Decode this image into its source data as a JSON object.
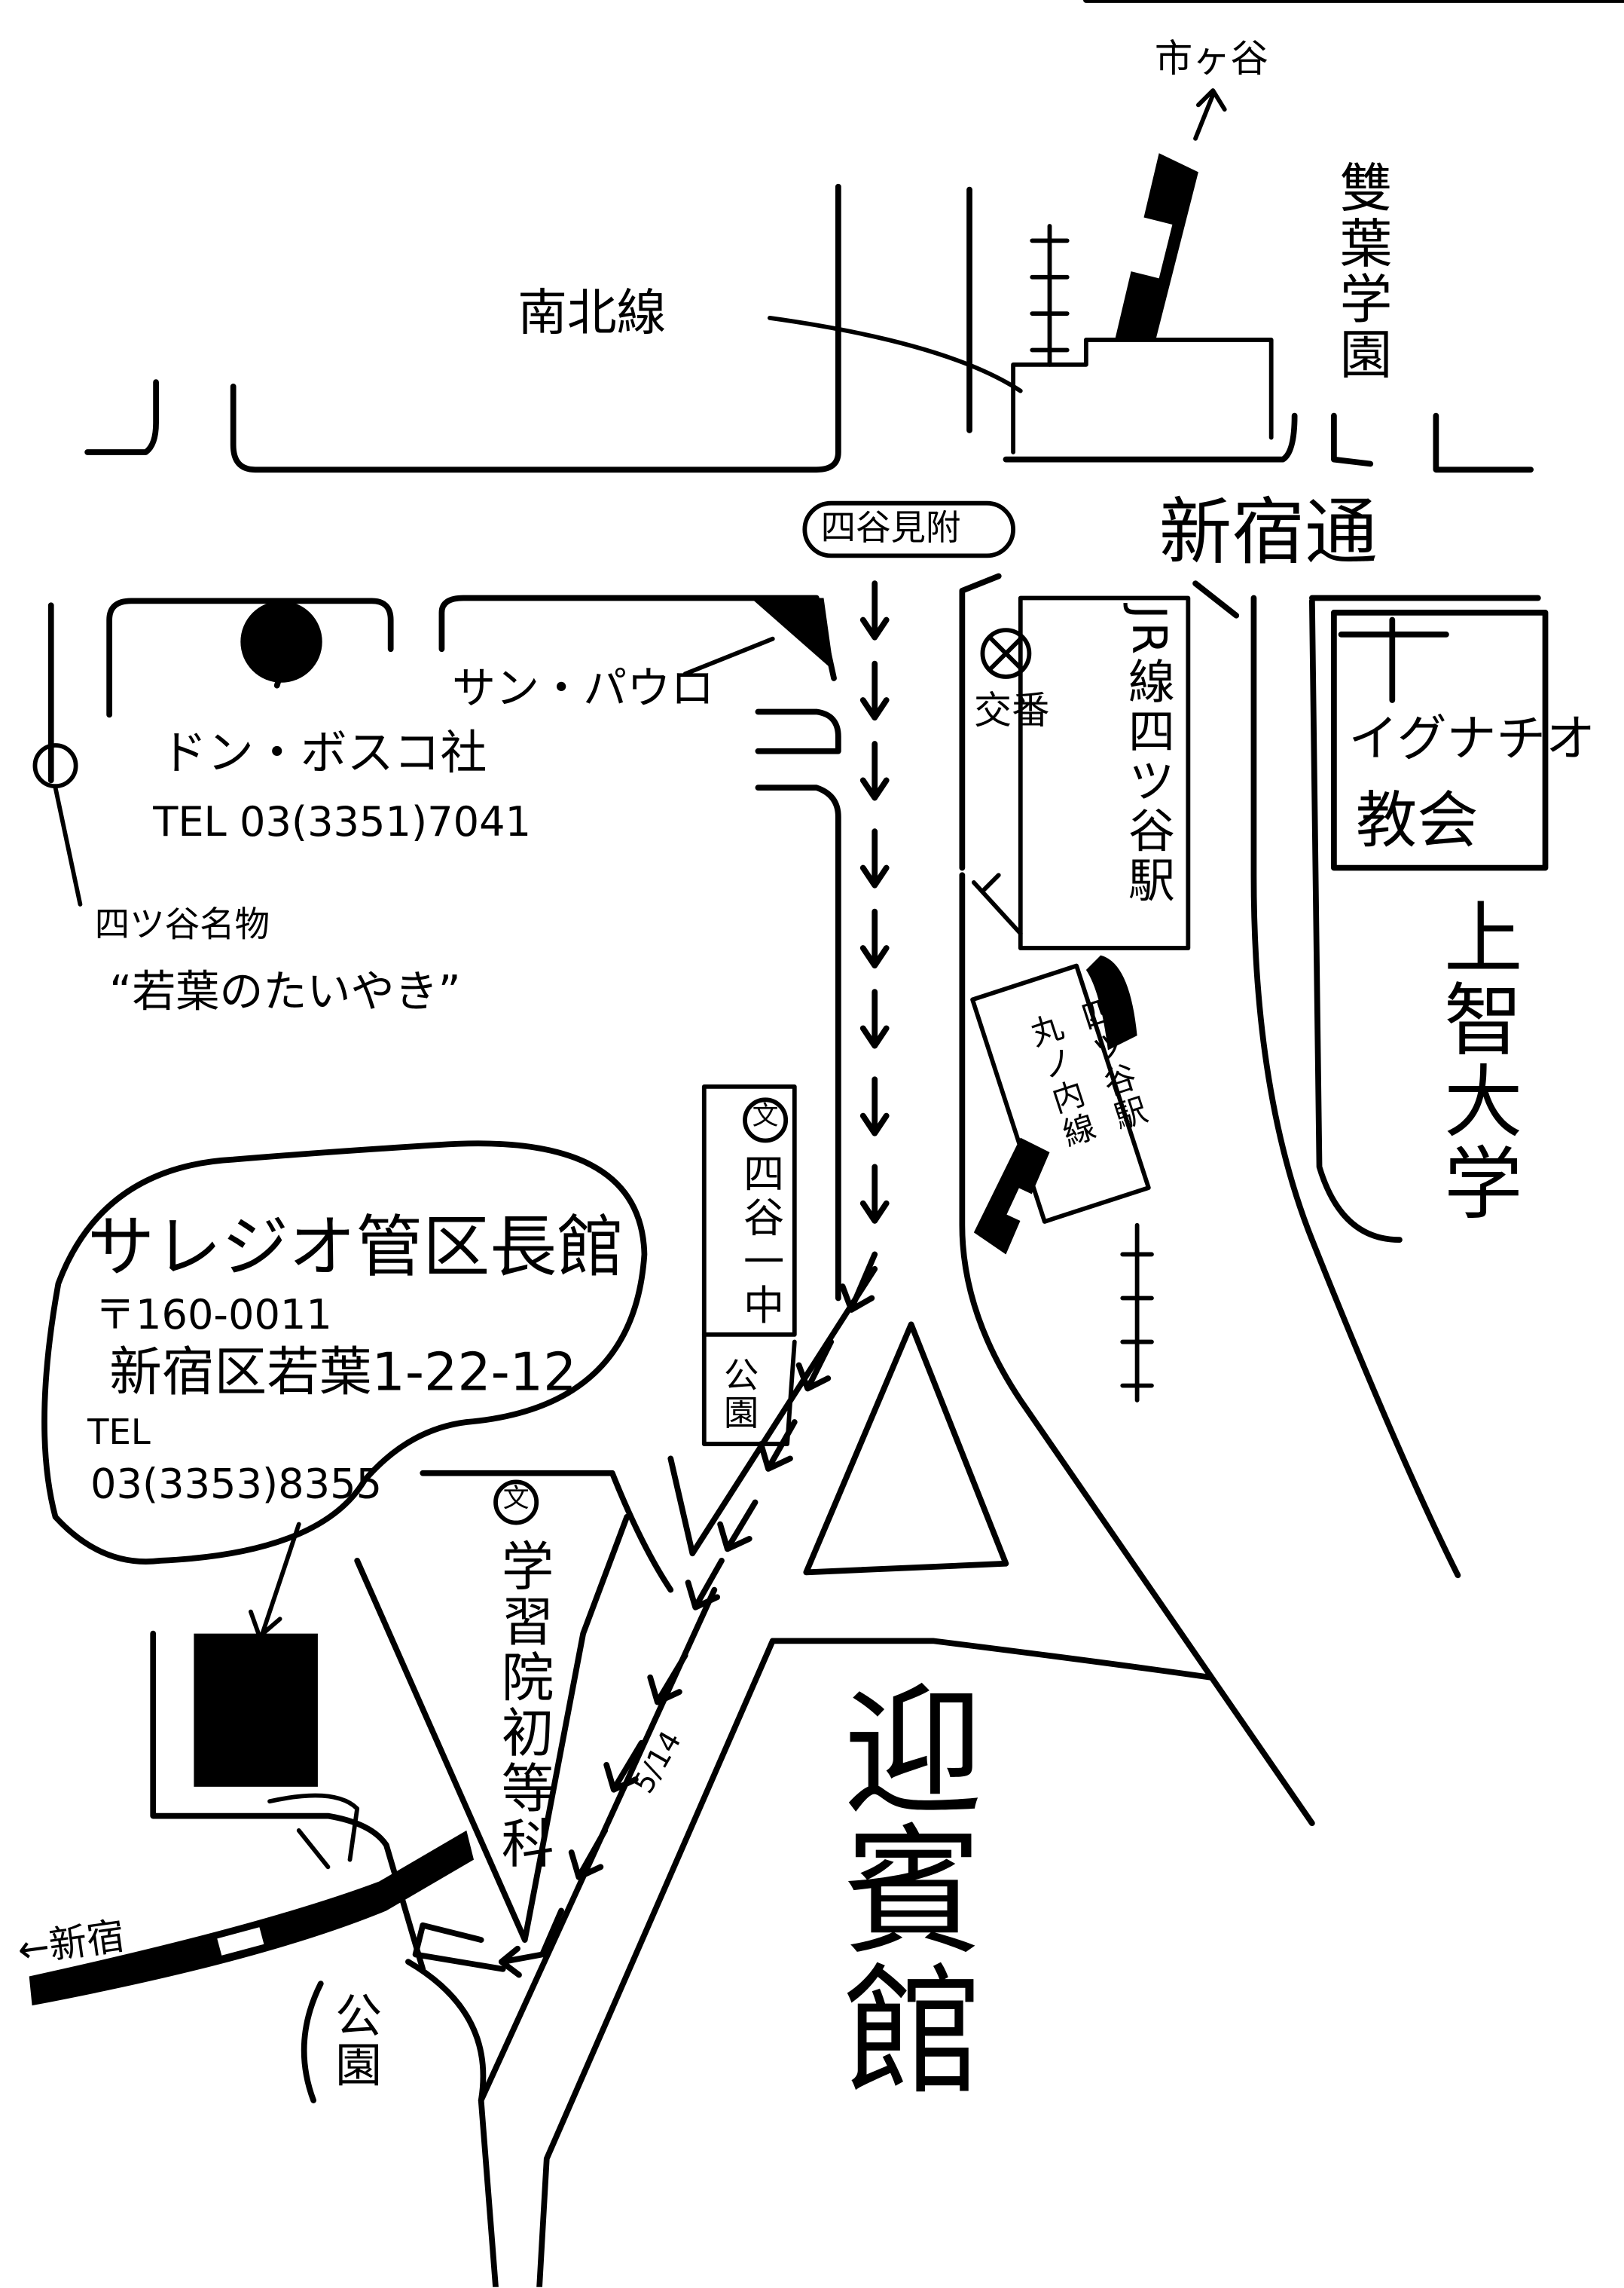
{
  "map": {
    "destination": {
      "name": "サレジオ管区長館",
      "postal": "〒160-0011",
      "address": "新宿区若葉1-22-12",
      "tel_label": "TEL",
      "tel": "03(3353)8355"
    },
    "landmarks": {
      "ichigaya": "市ヶ谷",
      "futaba": "雙葉学園",
      "nanboku": "南北線",
      "mitsuke": "四谷見附",
      "shinjuku_dori": "新宿通",
      "sao_paulo": "サン・パウロ",
      "don_bosco": "ドン・ボスコ社",
      "don_bosco_tel": "TEL 03(3351)7041",
      "meibutsu": "四ツ谷名物",
      "taiyaki": "“若葉のたいやき”",
      "koban": "交番",
      "jr_station": "JR線四ツ谷駅",
      "ignatius_1": "イグナチオ",
      "ignatius_2": "教会",
      "sophia": "上智大学",
      "marunouchi_1": "丸ノ内線",
      "marunouchi_2": "四ツ谷駅",
      "school_mark": "文",
      "yotsuya_chu": "四谷一中",
      "park": "公園",
      "gakushuin": "学習院初等科",
      "geihinkan": "迎賓館",
      "park2": "公園",
      "to_shinjuku": "←新宿",
      "walk": "5/14"
    }
  }
}
